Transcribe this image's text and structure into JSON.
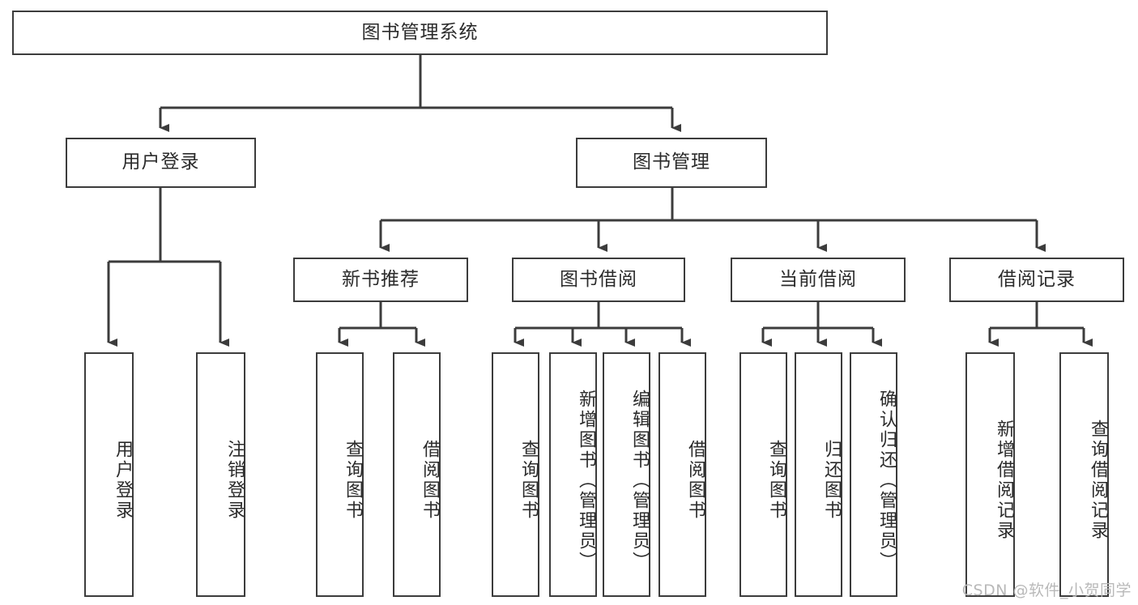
{
  "diagram": {
    "title": "图书管理系统",
    "watermark": "CSDN @软件_小贺同学",
    "line_color": "#3c3c3c",
    "box_fill": "#ffffff",
    "text_color": "#2b2b2b",
    "watermark_color": "#b9b9b9",
    "root": {
      "label": "图书管理系统",
      "orientation": "horizontal"
    },
    "level1": [
      {
        "label": "用户登录",
        "orientation": "horizontal"
      },
      {
        "label": "图书管理",
        "orientation": "horizontal"
      }
    ],
    "level2": [
      {
        "label": "新书推荐",
        "orientation": "horizontal"
      },
      {
        "label": "图书借阅",
        "orientation": "horizontal"
      },
      {
        "label": "当前借阅",
        "orientation": "horizontal"
      },
      {
        "label": "借阅记录",
        "orientation": "horizontal"
      }
    ],
    "leaves": {
      "user_login": [
        {
          "label": "用户登录",
          "orientation": "vertical"
        },
        {
          "label": "注销登录",
          "orientation": "vertical"
        }
      ],
      "new_book_recommend": [
        {
          "label": "查询图书",
          "orientation": "vertical"
        },
        {
          "label": "借阅图书",
          "orientation": "vertical"
        }
      ],
      "book_borrow": [
        {
          "label": "查询图书",
          "orientation": "vertical"
        },
        {
          "label": "新增图书（管理员）",
          "orientation": "vertical"
        },
        {
          "label": "编辑图书（管理员）",
          "orientation": "vertical"
        },
        {
          "label": "借阅图书",
          "orientation": "vertical"
        }
      ],
      "current_borrow": [
        {
          "label": "查询图书",
          "orientation": "vertical"
        },
        {
          "label": "归还图书",
          "orientation": "vertical"
        },
        {
          "label": "确认归还（管理员）",
          "orientation": "vertical"
        }
      ],
      "borrow_record": [
        {
          "label": "新增借阅记录",
          "orientation": "vertical"
        },
        {
          "label": "查询借阅记录",
          "orientation": "vertical"
        }
      ]
    }
  }
}
